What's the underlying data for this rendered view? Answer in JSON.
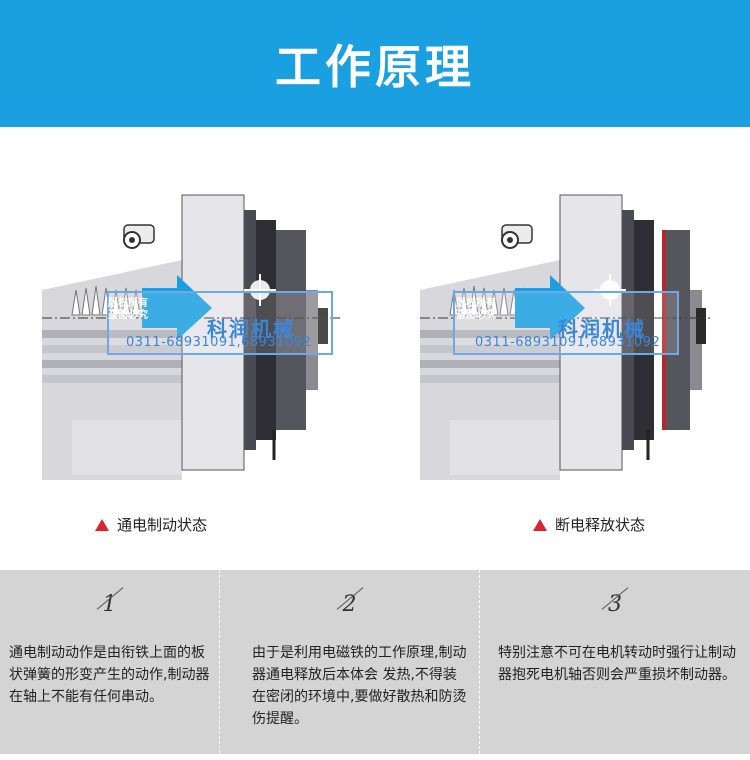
{
  "header": {
    "title": "工作原理",
    "background": "#1a9fe0"
  },
  "figures": [
    {
      "caption": "通电制动状态",
      "watermark_copy_line1": "版权所有",
      "watermark_copy_line2": "盗图必究",
      "watermark_brand": "科润机械",
      "watermark_phone": "0311-68931091,68931092"
    },
    {
      "caption": "断电释放状态",
      "watermark_copy_line1": "版权所有",
      "watermark_copy_line2": "盗图必究",
      "watermark_brand": "科润机械",
      "watermark_phone": "0311-68931091,68931092"
    }
  ],
  "notes": [
    {
      "number": "1",
      "text": "通电制动动作是由衔铁上面的板状弹簧的形变产生的动作,制动器在轴上不能有任何串动。"
    },
    {
      "number": "2",
      "text": "由于是利用电磁铁的工作原理,制动器通电释放后本体会 发热,不得装在密闭的环境中,要做好散热和防烫伤提醒。"
    },
    {
      "number": "3",
      "text": "特别注意不可在电机转动时强行让制动器抱死电机轴否则会严重损坏制动器。"
    }
  ],
  "colors": {
    "accent_triangle": "#d9232e",
    "notes_background": "#d4d4d4",
    "watermark_blue": "#3d86d6"
  }
}
